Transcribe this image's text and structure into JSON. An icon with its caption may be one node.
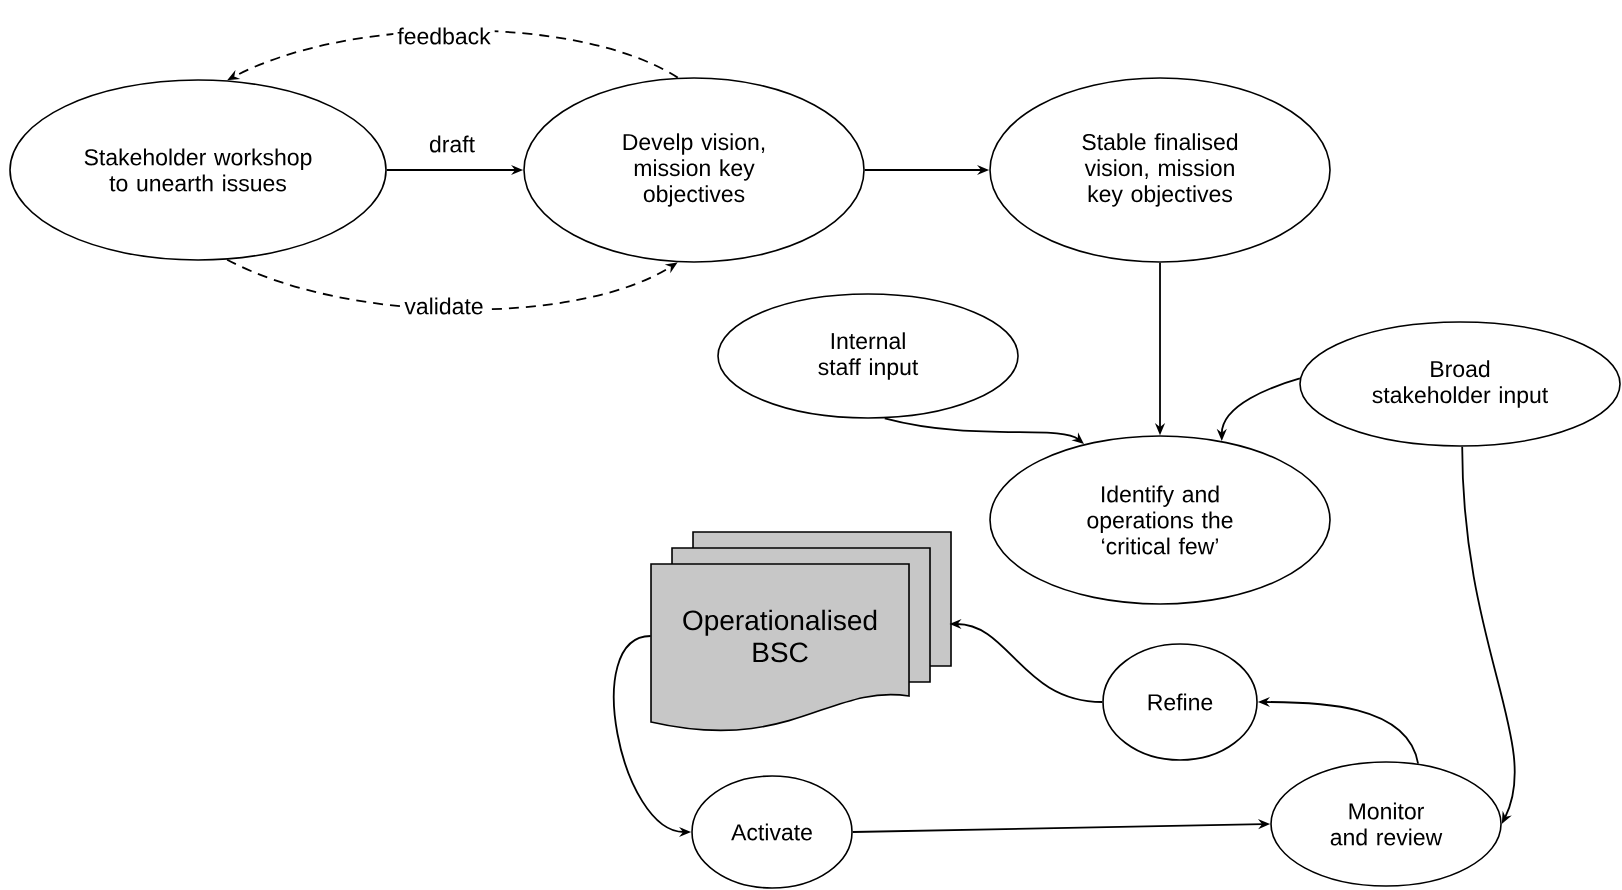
{
  "diagram": {
    "nodes": [
      {
        "text": [
          "Stakeholder workshop to unearth issues"
        ]
      },
      {
        "text": [
          "Develp vision, mission key objectives"
        ]
      },
      {
        "text": [
          "Stable finalised vision, mission key objectives"
        ]
      },
      {
        "text": [
          "Internal staff input"
        ]
      },
      {
        "text": [
          "Broad stakeholder input"
        ]
      },
      {
        "text": [
          "Identify and operations the ‘critical few’"
        ]
      },
      {
        "text": [
          "Operationalised BSC"
        ]
      },
      {
        "text": [
          "Refine"
        ]
      },
      {
        "text": [
          "Activate"
        ]
      },
      {
        "text": [
          "Monitor and review"
        ]
      }
    ],
    "edges": [
      {
        "from": 1,
        "to": 0,
        "arrow": "to",
        "label": "feedback",
        "style": "dashed"
      },
      {
        "from": 0,
        "to": 1,
        "arrow": "to",
        "label": "validate",
        "style": "dashed"
      },
      {
        "from": 0,
        "to": 1,
        "arrow": "to",
        "label": "draft"
      },
      {
        "from": 1,
        "to": 2,
        "arrow": "to"
      },
      {
        "from": 2,
        "to": 5,
        "arrow": "to"
      },
      {
        "from": 3,
        "to": 5,
        "arrow": "to"
      },
      {
        "from": 4,
        "to": 5,
        "arrow": "to"
      },
      {
        "from": 4,
        "to": 9,
        "arrow": "to"
      },
      {
        "from": 9,
        "to": 7,
        "arrow": "to"
      },
      {
        "from": 7,
        "to": 6,
        "arrow": "to"
      },
      {
        "from": 6,
        "to": 8,
        "arrow": "to"
      },
      {
        "from": 8,
        "to": 9,
        "arrow": "to"
      }
    ]
  }
}
